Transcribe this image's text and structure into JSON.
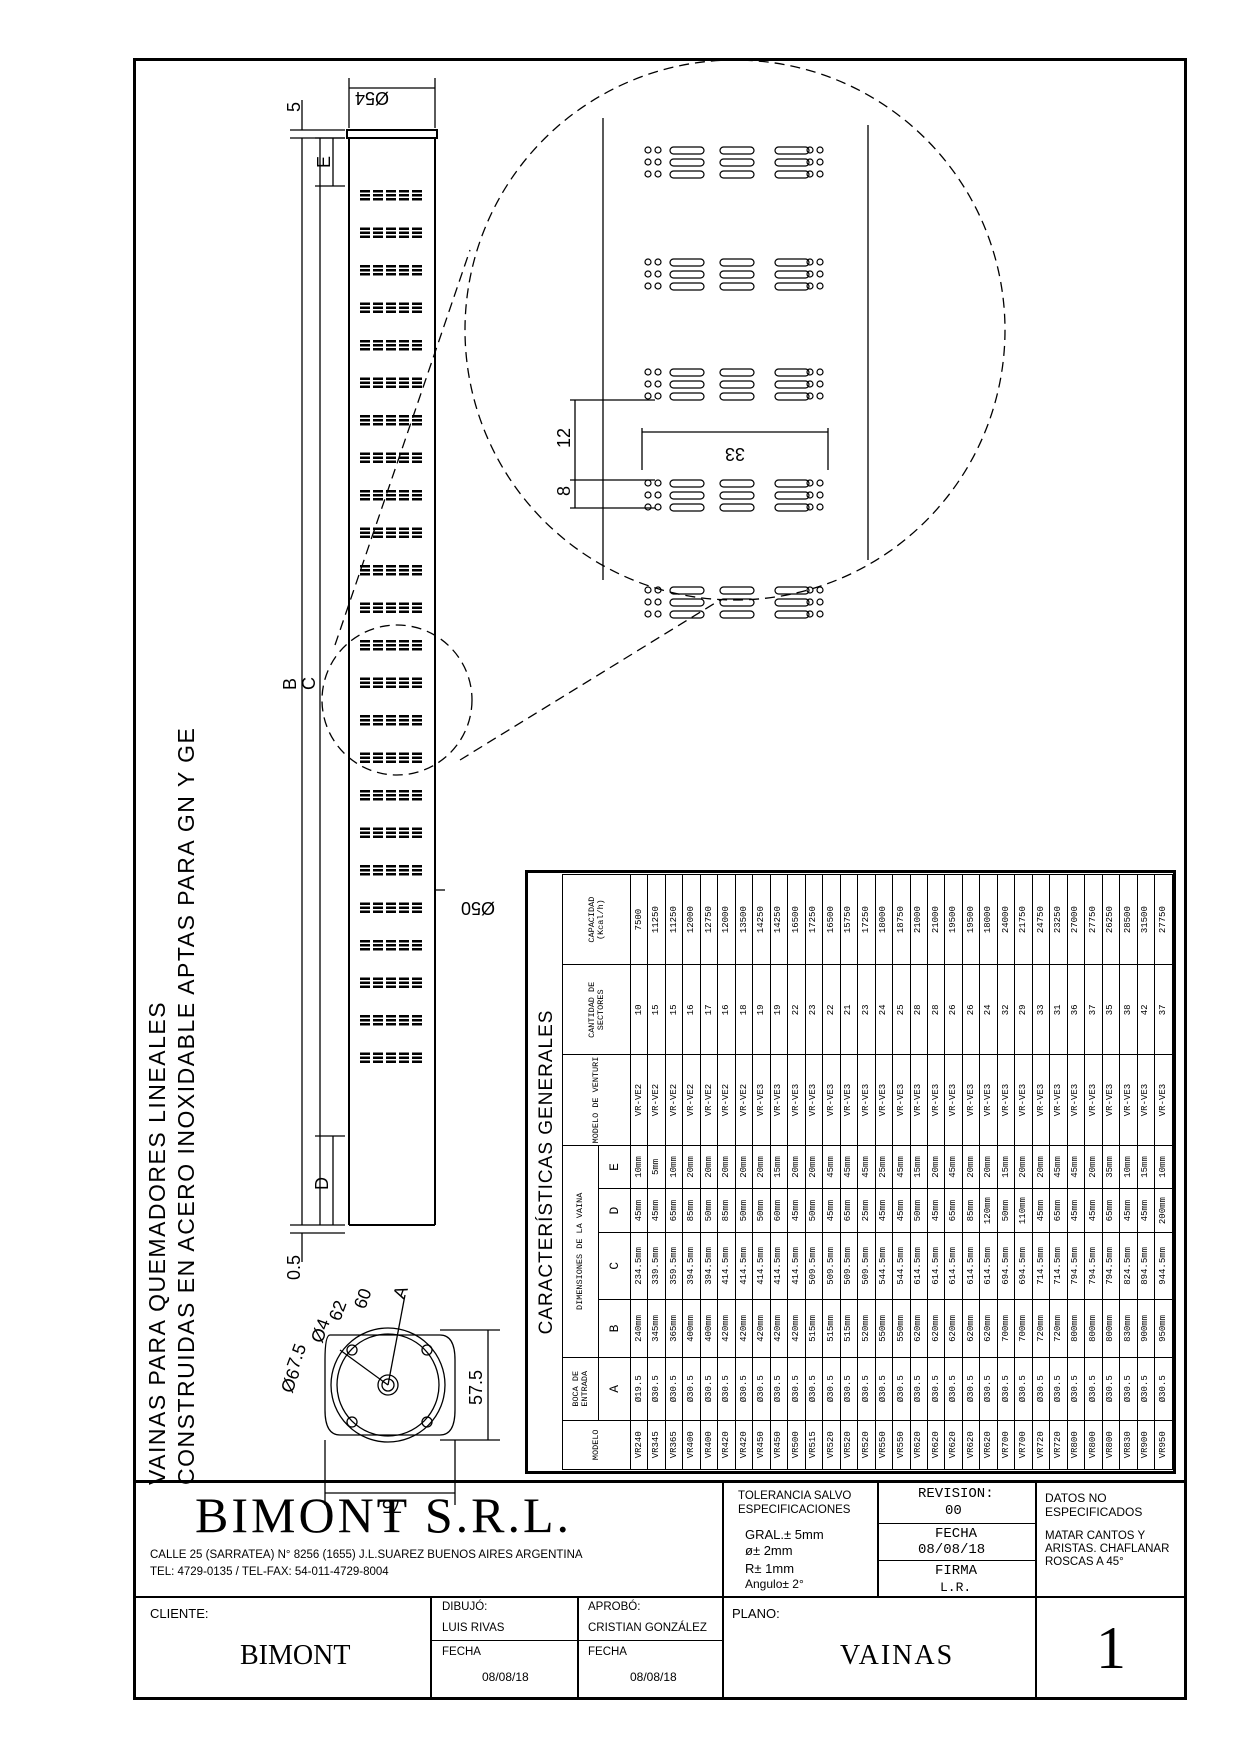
{
  "title_lines": [
    "VAINAS PARA QUEMADORES LINEALES",
    "CONSTRUIDAS EN ACERO INOXIDABLE APTAS PARA GN Y GE"
  ],
  "dimensions": {
    "top_gap": "5",
    "top_dia": "Ø54",
    "e": "E",
    "b": "B",
    "c": "C",
    "d": "D",
    "bottom_gap": "0.5",
    "body_dia": "Ø50",
    "detail_h": "12",
    "detail_w": "33",
    "detail_slot": "8",
    "flange_a": "A",
    "flange_60": "60",
    "flange_62": "62",
    "flange_04": "Ø4",
    "flange_75r": "7.5",
    "flange_06": "Ø6",
    "flange_575": "57.5",
    "flange_75": "75"
  },
  "table": {
    "title": "CARACTERÍSTICAS GENERALES",
    "h_modelo": "MODELO",
    "h_boca": "BOCA DE ENTRADA",
    "h_dim": "DIMENSIONES DE LA VAINA",
    "h_venturi": "MODELO DE VENTURI",
    "h_sectores": "CANTIDAD DE SECTORES",
    "h_capacidad": "CAPACIDAD (Kcal/h)",
    "sub": [
      "A",
      "B",
      "C",
      "D",
      "E"
    ],
    "rows": [
      [
        "VR240",
        "Ø19.5",
        "240mm",
        "234.5mm",
        "45mm",
        "10mm",
        "VR-VE2",
        "10",
        "7500"
      ],
      [
        "VR345",
        "Ø30.5",
        "345mm",
        "339.5mm",
        "45mm",
        "5mm",
        "VR-VE2",
        "15",
        "11250"
      ],
      [
        "VR365",
        "Ø30.5",
        "365mm",
        "359.5mm",
        "65mm",
        "10mm",
        "VR-VE2",
        "15",
        "11250"
      ],
      [
        "VR400",
        "Ø30.5",
        "400mm",
        "394.5mm",
        "85mm",
        "20mm",
        "VR-VE2",
        "16",
        "12000"
      ],
      [
        "VR400",
        "Ø30.5",
        "400mm",
        "394.5mm",
        "50mm",
        "20mm",
        "VR-VE2",
        "17",
        "12750"
      ],
      [
        "VR420",
        "Ø30.5",
        "420mm",
        "414.5mm",
        "85mm",
        "20mm",
        "VR-VE2",
        "16",
        "12000"
      ],
      [
        "VR420",
        "Ø30.5",
        "420mm",
        "414.5mm",
        "50mm",
        "20mm",
        "VR-VE2",
        "18",
        "13500"
      ],
      [
        "VR450",
        "Ø30.5",
        "420mm",
        "414.5mm",
        "50mm",
        "20mm",
        "VR-VE3",
        "19",
        "14250"
      ],
      [
        "VR450",
        "Ø30.5",
        "420mm",
        "414.5mm",
        "60mm",
        "15mm",
        "VR-VE3",
        "19",
        "14250"
      ],
      [
        "VR500",
        "Ø30.5",
        "420mm",
        "414.5mm",
        "45mm",
        "20mm",
        "VR-VE3",
        "22",
        "16500"
      ],
      [
        "VR515",
        "Ø30.5",
        "515mm",
        "509.5mm",
        "50mm",
        "20mm",
        "VR-VE3",
        "23",
        "17250"
      ],
      [
        "VR520",
        "Ø30.5",
        "515mm",
        "509.5mm",
        "45mm",
        "45mm",
        "VR-VE3",
        "22",
        "16500"
      ],
      [
        "VR520",
        "Ø30.5",
        "515mm",
        "509.5mm",
        "65mm",
        "45mm",
        "VR-VE3",
        "21",
        "15750"
      ],
      [
        "VR520",
        "Ø30.5",
        "520mm",
        "509.5mm",
        "25mm",
        "45mm",
        "VR-VE3",
        "23",
        "17250"
      ],
      [
        "VR550",
        "Ø30.5",
        "550mm",
        "544.5mm",
        "45mm",
        "25mm",
        "VR-VE3",
        "24",
        "18000"
      ],
      [
        "VR550",
        "Ø30.5",
        "550mm",
        "544.5mm",
        "45mm",
        "45mm",
        "VR-VE3",
        "25",
        "18750"
      ],
      [
        "VR620",
        "Ø30.5",
        "620mm",
        "614.5mm",
        "50mm",
        "15mm",
        "VR-VE3",
        "28",
        "21000"
      ],
      [
        "VR620",
        "Ø30.5",
        "620mm",
        "614.5mm",
        "45mm",
        "20mm",
        "VR-VE3",
        "28",
        "21000"
      ],
      [
        "VR620",
        "Ø30.5",
        "620mm",
        "614.5mm",
        "65mm",
        "45mm",
        "VR-VE3",
        "26",
        "19500"
      ],
      [
        "VR620",
        "Ø30.5",
        "620mm",
        "614.5mm",
        "85mm",
        "20mm",
        "VR-VE3",
        "26",
        "19500"
      ],
      [
        "VR620",
        "Ø30.5",
        "620mm",
        "614.5mm",
        "120mm",
        "20mm",
        "VR-VE3",
        "24",
        "18000"
      ],
      [
        "VR700",
        "Ø30.5",
        "700mm",
        "694.5mm",
        "50mm",
        "15mm",
        "VR-VE3",
        "32",
        "24000"
      ],
      [
        "VR700",
        "Ø30.5",
        "700mm",
        "694.5mm",
        "110mm",
        "20mm",
        "VR-VE3",
        "29",
        "21750"
      ],
      [
        "VR720",
        "Ø30.5",
        "720mm",
        "714.5mm",
        "45mm",
        "20mm",
        "VR-VE3",
        "33",
        "24750"
      ],
      [
        "VR720",
        "Ø30.5",
        "720mm",
        "714.5mm",
        "65mm",
        "45mm",
        "VR-VE3",
        "31",
        "23250"
      ],
      [
        "VR800",
        "Ø30.5",
        "800mm",
        "794.5mm",
        "45mm",
        "45mm",
        "VR-VE3",
        "36",
        "27000"
      ],
      [
        "VR800",
        "Ø30.5",
        "800mm",
        "794.5mm",
        "45mm",
        "20mm",
        "VR-VE3",
        "37",
        "27750"
      ],
      [
        "VR800",
        "Ø30.5",
        "800mm",
        "794.5mm",
        "65mm",
        "35mm",
        "VR-VE3",
        "35",
        "26250"
      ],
      [
        "VR830",
        "Ø30.5",
        "830mm",
        "824.5mm",
        "45mm",
        "10mm",
        "VR-VE3",
        "38",
        "28500"
      ],
      [
        "VR900",
        "Ø30.5",
        "900mm",
        "894.5mm",
        "45mm",
        "15mm",
        "VR-VE3",
        "42",
        "31500"
      ],
      [
        "VR950",
        "Ø30.5",
        "950mm",
        "944.5mm",
        "200mm",
        "10mm",
        "VR-VE3",
        "37",
        "27750"
      ]
    ]
  },
  "titleblock": {
    "company": "BIMONT S.R.L.",
    "address": "CALLE 25 (SARRATEA) N° 8256 (1655) J.L.SUAREZ BUENOS AIRES ARGENTINA",
    "phone": "TEL: 4729-0135 / TEL-FAX: 54-011-4729-8004",
    "tol_title": "TOLERANCIA SALVO ESPECIFICACIONES",
    "tol_gral": "GRAL.± 5mm",
    "tol_dia": "ø± 2mm",
    "tol_r": "R± 1mm",
    "tol_ang": "Angulo± 2°",
    "revision_label": "REVISION:",
    "revision": "00",
    "fecha_label": "FECHA",
    "fecha": "08/08/18",
    "firma_label": "FIRMA",
    "firma": "L.R.",
    "notes_title": "DATOS NO ESPECIFICADOS",
    "notes": "MATAR CANTOS Y ARISTAS. CHAFLANAR ROSCAS A 45°",
    "cliente_label": "CLIENTE:",
    "cliente": "BIMONT",
    "dibujo_label": "DIBUJÓ:",
    "dibujo": "LUIS RIVAS",
    "dfecha_label": "FECHA",
    "dfecha": "08/08/18",
    "aprobo_label": "APROBÓ:",
    "aprobo": "CRISTIAN GONZÁLEZ",
    "afecha_label": "FECHA",
    "afecha": "08/08/18",
    "plano_label": "PLANO:",
    "plano": "VAINAS",
    "sheet": "1"
  }
}
